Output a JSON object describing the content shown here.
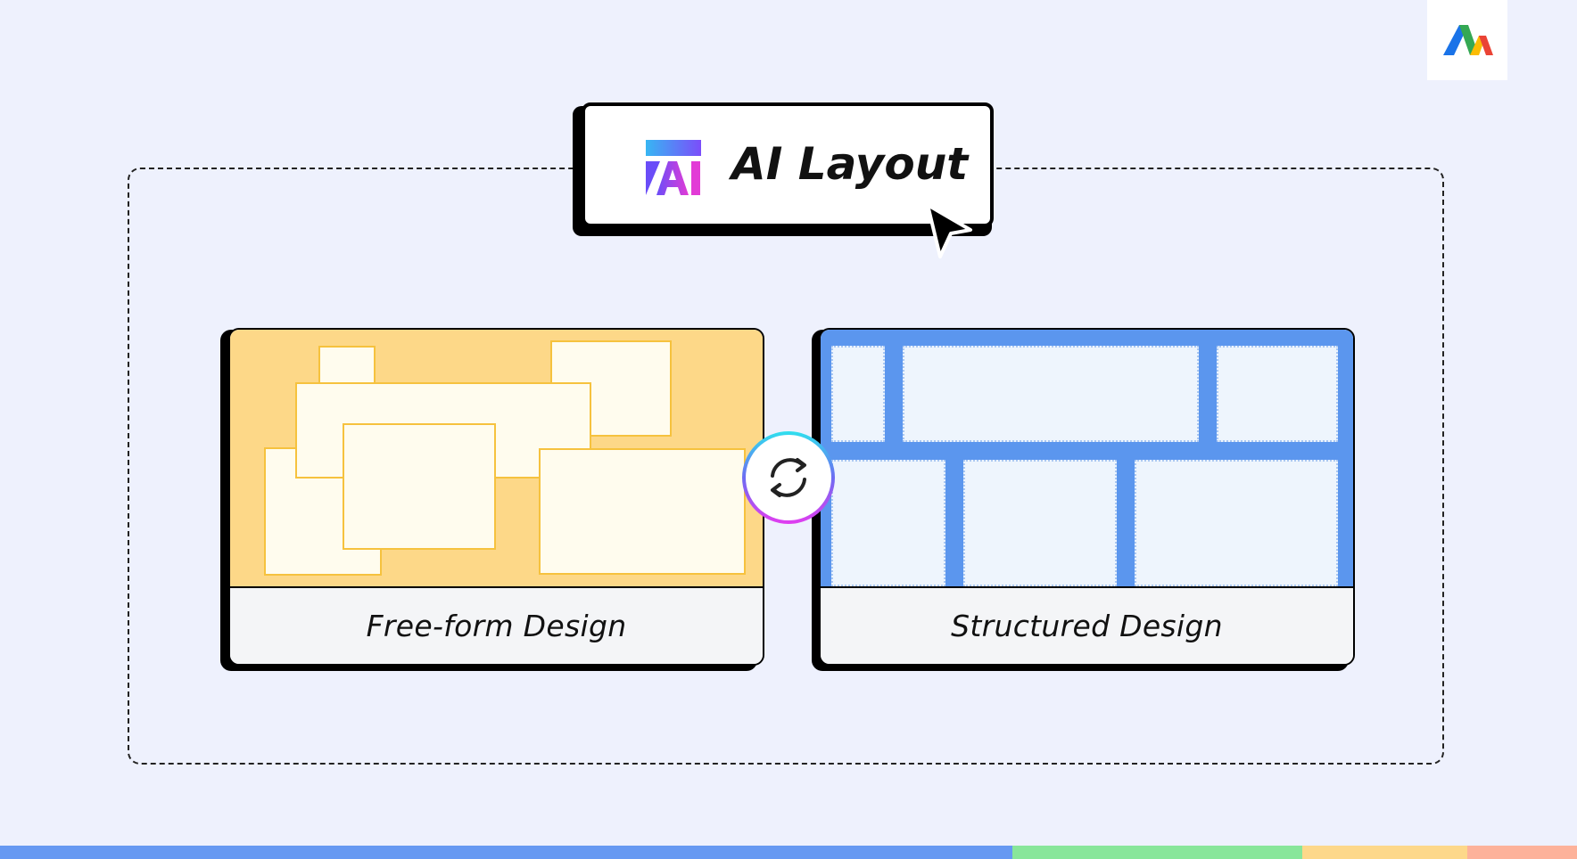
{
  "header": {
    "title": "AI Layout",
    "badge_icon": "ai-layout-logo-icon",
    "cursor_icon": "mouse-pointer-icon"
  },
  "brand": {
    "logo_icon": "brand-logo-icon"
  },
  "cards": {
    "free_form": {
      "label": "Free-form Design",
      "art_color": "#fdd888",
      "shape_fill": "#fffcee",
      "shape_stroke": "#f6c23e"
    },
    "structured": {
      "label": "Structured Design",
      "grid_color": "#5b96ee",
      "cell_fill": "#eef5fd"
    }
  },
  "connector": {
    "icon": "sync-arrows-icon"
  },
  "colors": {
    "background": "#eef1fd",
    "stripe_blue": "#6699f2",
    "stripe_green": "#88e69a",
    "stripe_yellow": "#fdd88a",
    "stripe_salmon": "#fdb29a"
  }
}
